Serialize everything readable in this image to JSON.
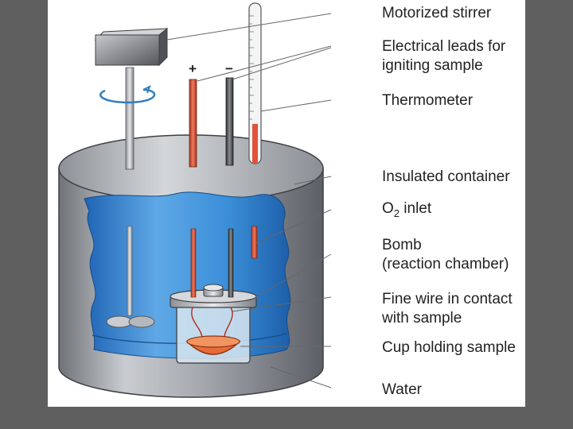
{
  "colors": {
    "background": "#5f5f5f",
    "slide": "#ffffff",
    "water": "#3a8ed8",
    "metal": "#a9adb3",
    "red_lead": "#d9533a",
    "sample": "#e86c3a"
  },
  "labels": {
    "stirrer": "Motorized stirrer",
    "leads_line1": "Electrical leads for",
    "leads_line2": "igniting sample",
    "thermometer": "Thermometer",
    "container": "Insulated container",
    "o2_prefix": "O",
    "o2_sub": "2",
    "o2_suffix": " inlet",
    "bomb_line1": "Bomb",
    "bomb_line2": "(reaction chamber)",
    "wire_line1": "Fine wire in contact",
    "wire_line2": "with sample",
    "cup": "Cup holding sample",
    "water": "Water"
  },
  "terminals": {
    "plus": "+",
    "minus": "−"
  }
}
